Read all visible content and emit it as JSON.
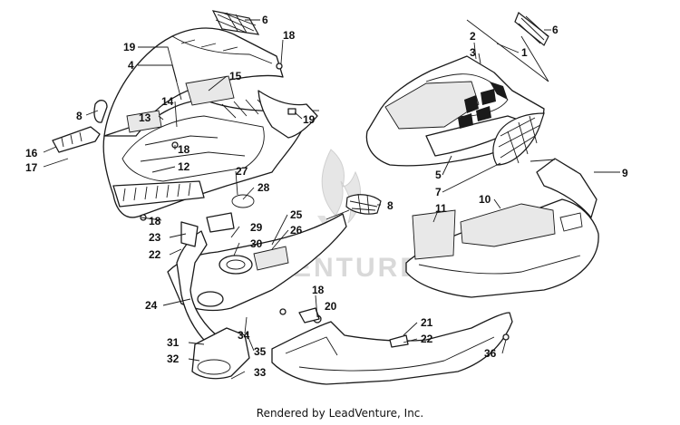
{
  "credit": "Rendered by LeadVenture, Inc.",
  "watermark": "VENTURE",
  "callouts": {
    "c1": "1",
    "c2": "2",
    "c3": "3",
    "c4": "4",
    "c5": "5",
    "c6a": "6",
    "c6b": "6",
    "c7": "7",
    "c8a": "8",
    "c8b": "8",
    "c9": "9",
    "c10": "10",
    "c11": "11",
    "c12": "12",
    "c13": "13",
    "c14": "14",
    "c15": "15",
    "c16": "16",
    "c17": "17",
    "c18a": "18",
    "c18b": "18",
    "c18c": "18",
    "c18d": "18",
    "c19a": "19",
    "c19b": "19",
    "c20": "20",
    "c21": "21",
    "c22a": "22",
    "c22b": "22",
    "c23": "23",
    "c24": "24",
    "c25": "25",
    "c26": "26",
    "c27": "27",
    "c28": "28",
    "c29": "29",
    "c30": "30",
    "c31": "31",
    "c32": "32",
    "c33": "33",
    "c34": "34",
    "c35": "35",
    "c36": "36"
  }
}
